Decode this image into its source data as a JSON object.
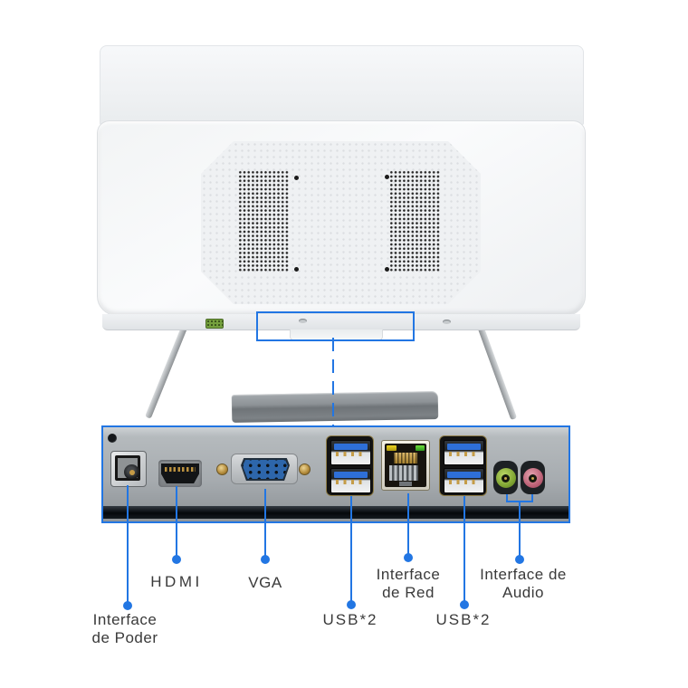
{
  "colors": {
    "accent_blue": "#2276e3",
    "label_text": "#3a3a3a",
    "usb_tongue_blue": "#2e6fd8",
    "vga_blue": "#2d66ab",
    "audio_out_green": "#7fa432",
    "mic_pink": "#bc6075",
    "lan_led_yellow": "#e2c91f",
    "lan_led_green": "#3fba28"
  },
  "callouts": {
    "power": {
      "line1": "Interface",
      "line2": "de Poder"
    },
    "hdmi": {
      "line1": "HDMI"
    },
    "vga": {
      "line1": "VGA"
    },
    "usb_left": {
      "line1": "USB*2"
    },
    "network": {
      "line1": "Interface",
      "line2": "de Red"
    },
    "usb_right": {
      "line1": "USB*2"
    },
    "audio": {
      "line1": "Interface de",
      "line2": "Audio"
    }
  }
}
